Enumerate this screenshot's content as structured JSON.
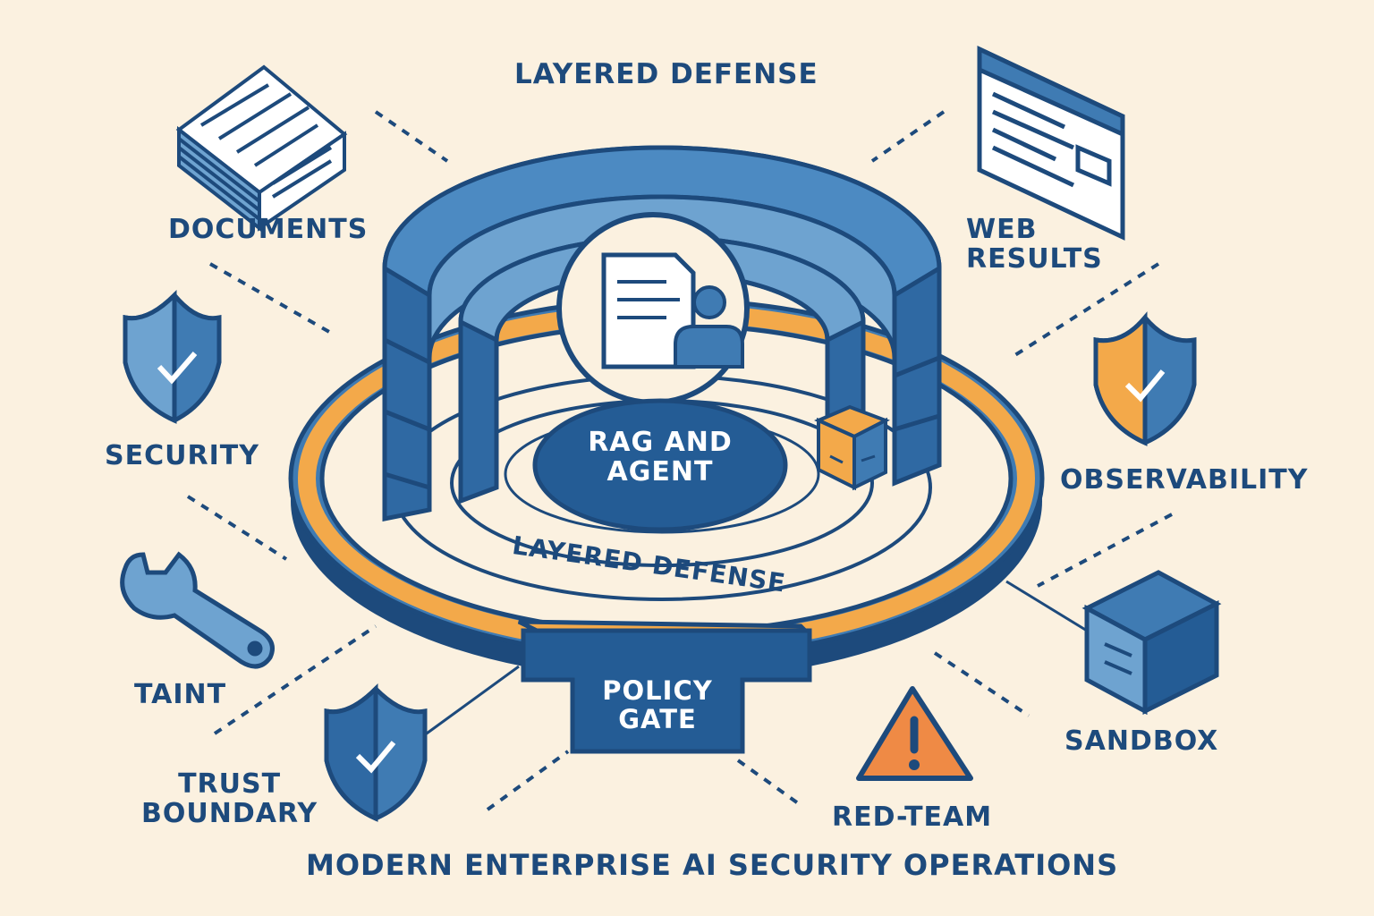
{
  "labels": {
    "top_title": "LAYERED DEFENSE",
    "documents": "DOCUMENTS",
    "web_results_line1": "WEB",
    "web_results_line2": "RESULTS",
    "security": "SECURITY",
    "observability": "OBSERVABILITY",
    "taint": "TAINT",
    "sandbox": "SANDBOX",
    "trust_boundary_line1": "TRUST",
    "trust_boundary_line2": "BOUNDARY",
    "red_team": "RED-TEAM",
    "core_line1": "RAG AND",
    "core_line2": "AGENT",
    "ring_label": "LAYERED DEFENSE",
    "policy_gate_line1": "POLICY",
    "policy_gate_line2": "GATE",
    "footer_title": "MODERN ENTERPRISE AI SECURITY OPERATIONS"
  },
  "colors": {
    "background": "#fbf1e0",
    "primary_blue": "#1d4a7c",
    "mid_blue": "#3f7bb3",
    "light_blue": "#6ea3d0",
    "accent_orange": "#f3a94a",
    "warning_orange": "#ef8a45"
  },
  "icons": {
    "documents": "document-stack-icon",
    "web_results": "browser-window-icon",
    "security": "shield-check-icon",
    "observability": "shield-check-icon",
    "taint": "wrench-icon",
    "sandbox": "cube-icon",
    "trust_boundary": "shield-check-icon",
    "red_team": "warning-triangle-icon",
    "core": "document-user-icon",
    "container": "small-box-icon"
  }
}
